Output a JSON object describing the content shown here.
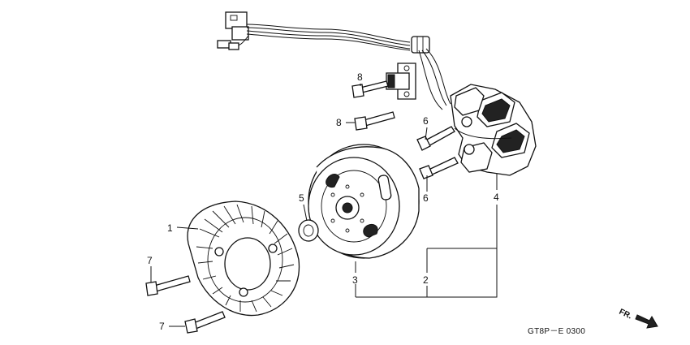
{
  "labels": {
    "p1": "1",
    "p2": "2",
    "p3": "3",
    "p4": "4",
    "p5": "5",
    "p6a": "6",
    "p6b": "6",
    "p7a": "7",
    "p7b": "7",
    "p8a": "8",
    "p8b": "8"
  },
  "diagram_code": "GT8P－E 0300",
  "front_indicator": "FR."
}
